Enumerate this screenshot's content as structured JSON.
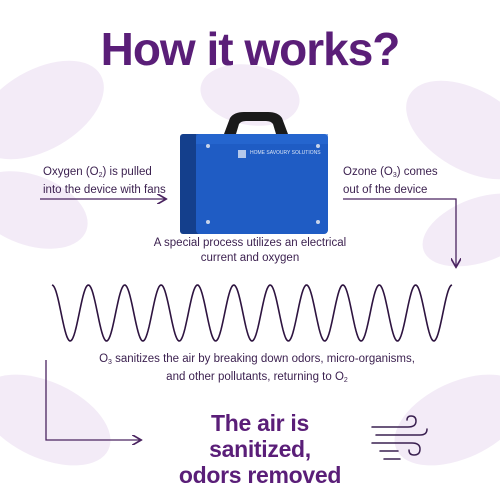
{
  "title": "How it works?",
  "device": {
    "brand_label": "HOME SAVOURY SOLUTIONS"
  },
  "steps": {
    "oxygen": {
      "line1_pre": "Oxygen (O",
      "line1_sub": "2",
      "line1_post": ") is pulled",
      "line2": "into the device with fans"
    },
    "ozone": {
      "line1_pre": "Ozone (O",
      "line1_sub": "3",
      "line1_post": ") comes",
      "line2": "out of the device"
    },
    "process": {
      "line1": "A special process utilizes an electrical",
      "line2": "current and oxygen"
    },
    "sanitize": {
      "pre": "O",
      "pre_sub": "3",
      "line1_rest": " sanitizes the air by breaking down odors, micro-organisms,",
      "line2_pre": "and other pollutants, returning to O",
      "line2_sub": "2"
    }
  },
  "result": {
    "line1": "The air is sanitized,",
    "line2": "odors removed"
  },
  "icons": {
    "wind": "wind-icon",
    "arrow": "arrow-icon",
    "wave": "sine-wave"
  },
  "colors": {
    "purple": "#5a1e78",
    "text": "#3a1f4e",
    "device_blue": "#1d56b8",
    "petal": "#f1e8f6"
  }
}
